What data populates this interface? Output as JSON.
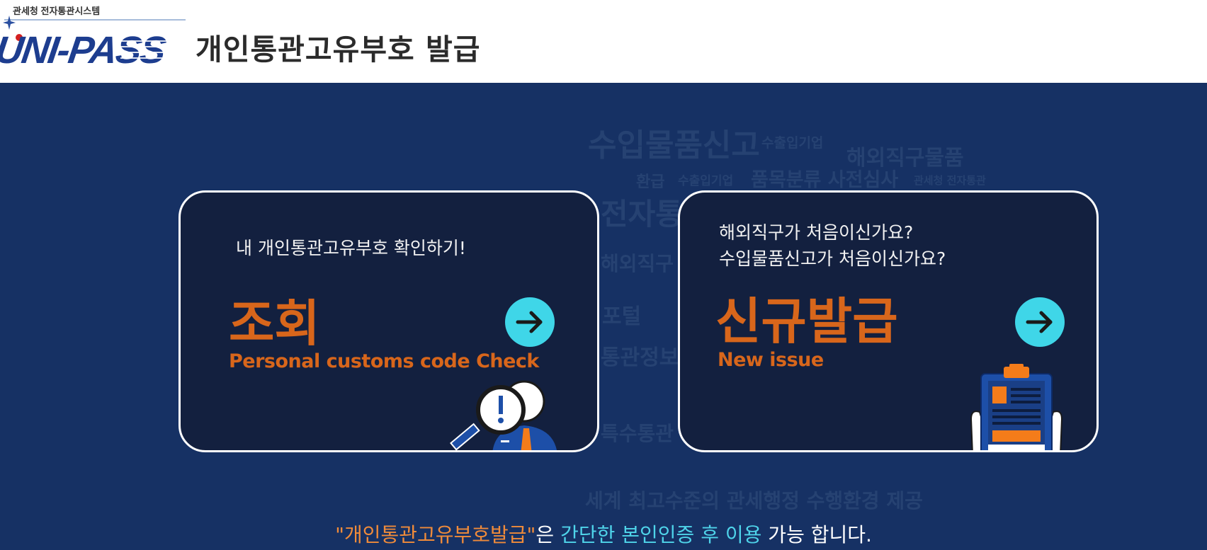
{
  "header": {
    "logo_caption": "관세청 전자통관시스템",
    "logo_text": "UNI-PASS",
    "title": "개인통관고유부호 발급"
  },
  "background_words": [
    "수입물품신고",
    "수출입기업",
    "해외직구물품",
    "환급",
    "수출입기업",
    "품목분류 사전심사",
    "관세청 전자통관",
    "전자통관",
    "해외직구",
    "포털",
    "통관정보",
    "특수통관",
    "세계 최고수준의 관세행정 수행환경 제공"
  ],
  "cards": {
    "lookup": {
      "subtitle_lines": [
        "내 개인통관고유부호 확인하기!"
      ],
      "title": "조회",
      "title_en": "Personal customs code Check",
      "icon": "arrow-right-icon",
      "illustration": "magnifier-person-icon"
    },
    "issue": {
      "subtitle_lines": [
        "해외직구가 처음이신가요?",
        "수입물품신고가 처음이신가요?"
      ],
      "title": "신규발급",
      "title_en": "New issue",
      "icon": "arrow-right-icon",
      "illustration": "clipboard-document-icon"
    }
  },
  "notice": {
    "part1": "\"개인통관고유부호발급\"",
    "part2": "은 ",
    "part3": "간단한 본인인증 후 이용",
    "part4": " 가능 합니다."
  },
  "colors": {
    "main_bg": "#163164",
    "card_bg": "#13203f",
    "accent_orange": "#d8661b",
    "accent_cyan": "#3fd6e8",
    "notice_orange": "#f08b3a",
    "notice_cyan": "#4fd4ea"
  }
}
